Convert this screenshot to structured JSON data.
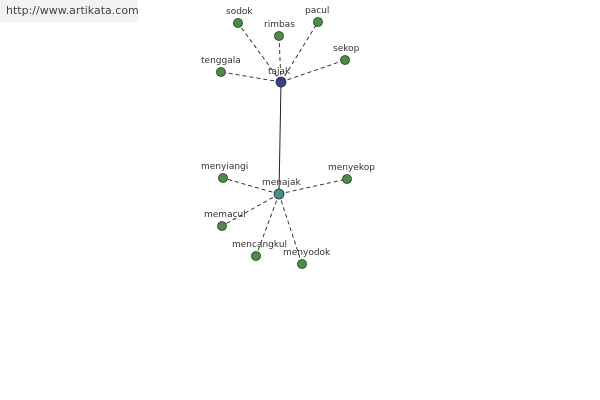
{
  "site": {
    "url": "http://www.artikata.com"
  },
  "graph": {
    "nodes": [
      {
        "id": "tajak",
        "label": "tajak",
        "role": "hub"
      },
      {
        "id": "menajak",
        "label": "menajak",
        "role": "hub"
      },
      {
        "id": "sodok",
        "label": "sodok",
        "role": "leaf"
      },
      {
        "id": "rimbas",
        "label": "rimbas",
        "role": "leaf"
      },
      {
        "id": "pacul",
        "label": "pacul",
        "role": "leaf"
      },
      {
        "id": "sekop",
        "label": "sekop",
        "role": "leaf"
      },
      {
        "id": "tenggala",
        "label": "tenggala",
        "role": "leaf"
      },
      {
        "id": "menyiangi",
        "label": "menyiangi",
        "role": "leaf"
      },
      {
        "id": "menyekop",
        "label": "menyekop",
        "role": "leaf"
      },
      {
        "id": "memacul",
        "label": "memacul",
        "role": "leaf"
      },
      {
        "id": "mencangkul",
        "label": "mencangkul",
        "role": "leaf"
      },
      {
        "id": "menyodok",
        "label": "menyodok",
        "role": "leaf"
      }
    ],
    "edges": [
      {
        "from": "tajak",
        "to": "menajak",
        "style": "solid"
      },
      {
        "from": "tajak",
        "to": "sodok",
        "style": "dashed"
      },
      {
        "from": "tajak",
        "to": "rimbas",
        "style": "dashed"
      },
      {
        "from": "tajak",
        "to": "pacul",
        "style": "dashed"
      },
      {
        "from": "tajak",
        "to": "sekop",
        "style": "dashed"
      },
      {
        "from": "tajak",
        "to": "tenggala",
        "style": "dashed"
      },
      {
        "from": "menajak",
        "to": "menyiangi",
        "style": "dashed"
      },
      {
        "from": "menajak",
        "to": "menyekop",
        "style": "dashed"
      },
      {
        "from": "menajak",
        "to": "memacul",
        "style": "dashed"
      },
      {
        "from": "menajak",
        "to": "mencangkul",
        "style": "dashed"
      },
      {
        "from": "menajak",
        "to": "menyodok",
        "style": "dashed"
      }
    ]
  },
  "colors": {
    "root_node": "#3a3f8f",
    "hub_node": "#4d8a8a",
    "leaf_node": "#4f8a4a",
    "edge": "#222222",
    "badge_bg": "#f2f2f2"
  }
}
